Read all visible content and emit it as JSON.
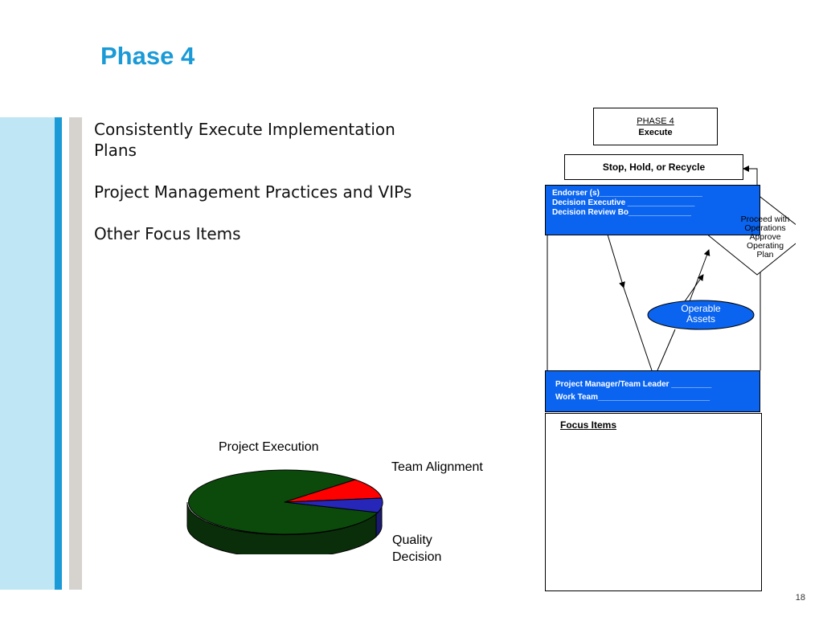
{
  "slide": {
    "title": "Phase 4",
    "page_number": "18"
  },
  "bullets": [
    "Consistently Execute Implementation Plans",
    "Project Management Practices and VIPs",
    "Other Focus Items"
  ],
  "pie": {
    "labels": {
      "project_execution": "Project Execution",
      "team_alignment": "Team Alignment",
      "quality_decision": "Quality Decision"
    },
    "colors": {
      "project_execution": "#0b4a0b",
      "team_alignment": "#ff0000",
      "quality_decision": "#2626b8"
    }
  },
  "diagram": {
    "phase_box": {
      "line1": "PHASE 4",
      "line2": "Execute"
    },
    "stop_box": "Stop, Hold, or Recycle",
    "top_blue": {
      "line1": "Endorser (s)_______________________",
      "line2": "Decision Executive _______________",
      "line3": "Decision Review Bo______________"
    },
    "diamond": [
      "Proceed with",
      "Operations",
      "Approve",
      "Operating",
      "Plan"
    ],
    "ellipse": [
      "Operable",
      "Assets"
    ],
    "bottom_blue": {
      "line1": "Project Manager/Team Leader _________",
      "line2": "Work Team_________________________"
    },
    "focus_items": "Focus Items",
    "colors": {
      "blue": "#0a64f0"
    }
  }
}
